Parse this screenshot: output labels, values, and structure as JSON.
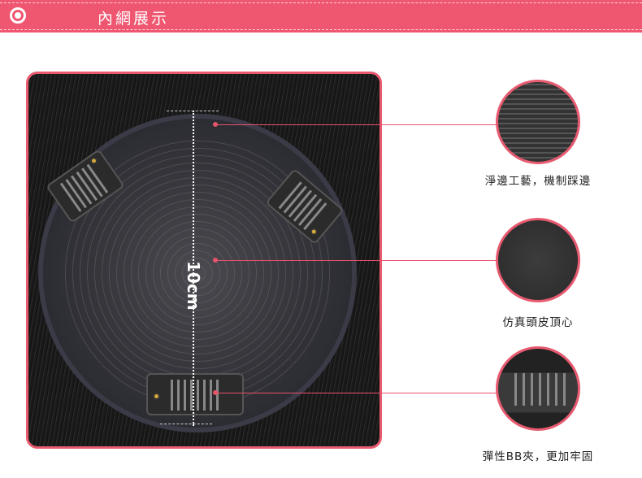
{
  "header": {
    "title": "內網展示",
    "icon": "target-ring-icon"
  },
  "photo": {
    "measure_label": "10cm"
  },
  "features": [
    {
      "label": "淨邊工藝，機制踩邊"
    },
    {
      "label": "仿真頭皮頂心"
    },
    {
      "label": "彈性BB夾，更加牢固"
    }
  ],
  "colors": {
    "accent": "#ef5670"
  }
}
